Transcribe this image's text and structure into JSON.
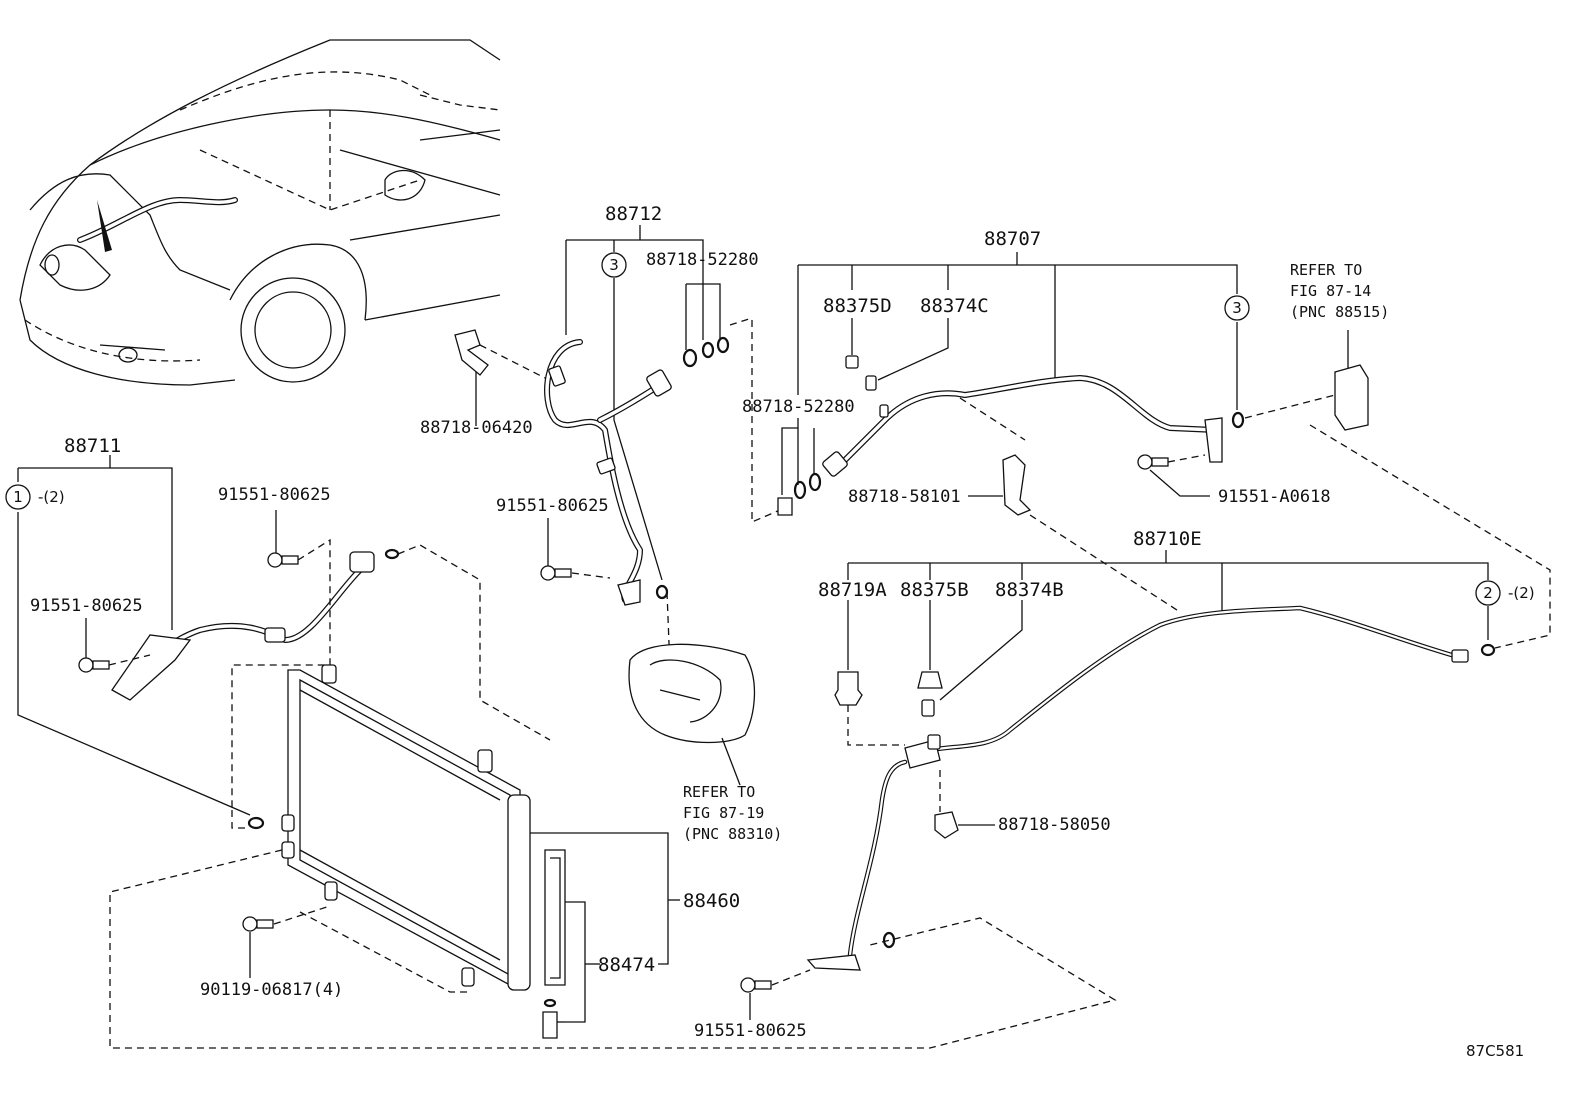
{
  "diagram_code": "87C581",
  "callout_circles": {
    "c1": "1",
    "c2": "2",
    "c3a": "3",
    "c3b": "3"
  },
  "callout_qty": {
    "q1": "-(2)",
    "q2": "-(2)"
  },
  "labels": {
    "p88711": "88711",
    "p88712": "88712",
    "p88707": "88707",
    "p88710e": "88710E",
    "p88460": "88460",
    "p88474": "88474",
    "p88375d": "88375D",
    "p88374c": "88374C",
    "p88719a": "88719A",
    "p88375b": "88375B",
    "p88374b": "88374B",
    "p88718_52280_a": "88718-52280",
    "p88718_52280_b": "88718-52280",
    "p88718_06420": "88718-06420",
    "p88718_58101": "88718-58101",
    "p88718_58050": "88718-58050",
    "p91551_80625_a": "91551-80625",
    "p91551_80625_b": "91551-80625",
    "p91551_80625_c": "91551-80625",
    "p91551_80625_d": "91551-80625",
    "p91551_a0618": "91551-A0618",
    "p90119_06817": "90119-06817(4)"
  },
  "refs": {
    "r1": {
      "l1": "REFER TO",
      "l2": "FIG 87-14",
      "l3": "(PNC 88515)"
    },
    "r2": {
      "l1": "REFER TO",
      "l2": "FIG 87-19",
      "l3": "(PNC 88310)"
    }
  }
}
